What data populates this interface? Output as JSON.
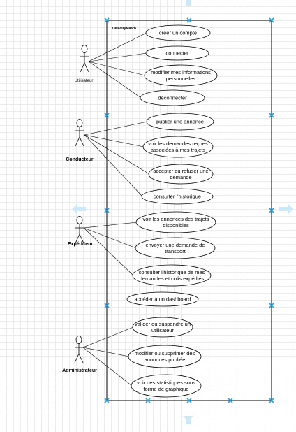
{
  "system": {
    "title": "DeliveryMatch"
  },
  "actors": [
    {
      "id": "utilisateur",
      "label": "Utilisateur",
      "use_cases": [
        {
          "lines": [
            "créer un compte"
          ]
        },
        {
          "lines": [
            "connecter"
          ]
        },
        {
          "lines": [
            "modifier mes informations",
            "personnelles"
          ]
        },
        {
          "lines": [
            "déconnecter"
          ]
        }
      ]
    },
    {
      "id": "conducteur",
      "label": "Conducteur",
      "use_cases": [
        {
          "lines": [
            "publier une annonce"
          ]
        },
        {
          "lines": [
            "voir les demandes reçues",
            "associées à mes trajets"
          ]
        },
        {
          "lines": [
            "accepter ou refuser une",
            "demande"
          ]
        },
        {
          "lines": [
            "consulter l'historique"
          ]
        }
      ]
    },
    {
      "id": "expediteur",
      "label": "Expéditeur",
      "use_cases": [
        {
          "lines": [
            "voir les annonces des trajets",
            "disponibles"
          ]
        },
        {
          "lines": [
            "envoyer une demande de",
            "transport"
          ]
        },
        {
          "lines": [
            "consulter l'historique de mes",
            "demandes et colis expédiés"
          ]
        }
      ]
    },
    {
      "id": "standalone",
      "label": "",
      "use_cases": [
        {
          "lines": [
            "accéder à un dashboard"
          ]
        }
      ]
    },
    {
      "id": "administrateur",
      "label": "Administrateur",
      "use_cases": [
        {
          "lines": [
            "valider ou suspendre un",
            "utilisateur"
          ]
        },
        {
          "lines": [
            "modifier ou supprimer des",
            "annonces publiée"
          ]
        },
        {
          "lines": [
            "voir des statistiques sous",
            "forme de graphique"
          ]
        }
      ]
    }
  ],
  "colors": {
    "stroke": "#000000",
    "selection_handle": "#29a3e0",
    "guide_arrow": "#cde9f7"
  }
}
